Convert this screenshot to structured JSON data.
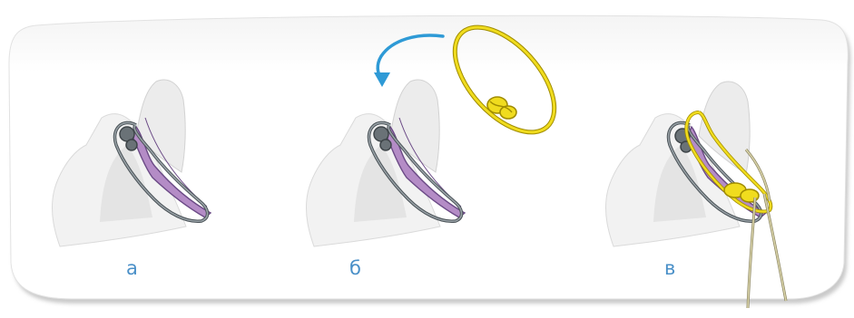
{
  "labels": {
    "a": "а",
    "b": "б",
    "v": "в"
  },
  "colors": {
    "background_panel": "#ffffff",
    "panel_shadow": "#b9b9b9",
    "tissue": "#f2f2f2",
    "tissue_shadow": "#d4d4d4",
    "cartilage": "#b48cc6",
    "cartilage_edge": "#6b4a86",
    "gray_suture": "#8f989d",
    "gray_suture_dark": "#4b5358",
    "yellow_suture": "#f0dc1e",
    "yellow_suture_dark": "#a08c00",
    "arrow": "#2e9ad6",
    "thread_tails": "#d8d2a8",
    "label_text": "#4a90c8"
  },
  "icons": {
    "rotation_arrow": "curved-arrow-icon",
    "suture_loop": "suture-loop-icon"
  }
}
